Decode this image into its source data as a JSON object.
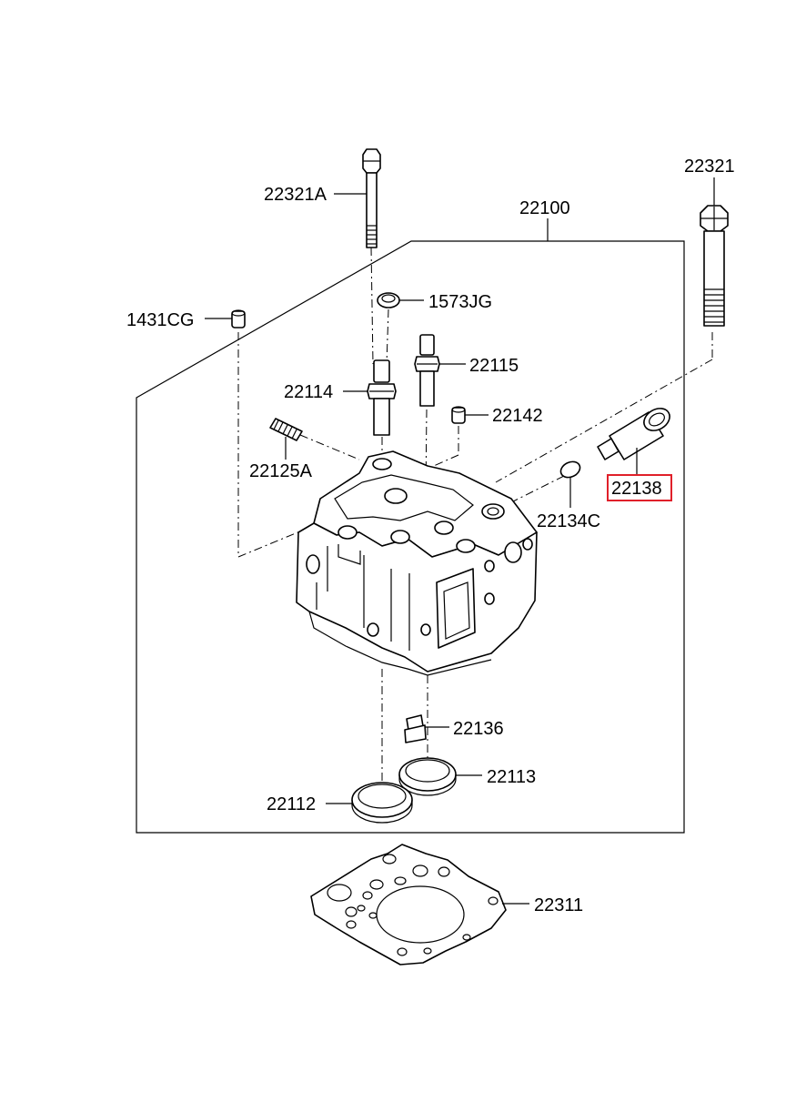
{
  "diagram": {
    "highlight_color": "#e0202a",
    "highlighted_part": "22138",
    "parts": [
      {
        "id": "p-22321A",
        "label": "22321A"
      },
      {
        "id": "p-22321",
        "label": "22321"
      },
      {
        "id": "p-22100",
        "label": "22100"
      },
      {
        "id": "p-1573JG",
        "label": "1573JG"
      },
      {
        "id": "p-1431CG",
        "label": "1431CG"
      },
      {
        "id": "p-22115",
        "label": "22115"
      },
      {
        "id": "p-22114",
        "label": "22114"
      },
      {
        "id": "p-22142",
        "label": "22142"
      },
      {
        "id": "p-22125A",
        "label": "22125A"
      },
      {
        "id": "p-22138",
        "label": "22138"
      },
      {
        "id": "p-22134C",
        "label": "22134C"
      },
      {
        "id": "p-22136",
        "label": "22136"
      },
      {
        "id": "p-22113",
        "label": "22113"
      },
      {
        "id": "p-22112",
        "label": "22112"
      },
      {
        "id": "p-22311",
        "label": "22311"
      }
    ]
  }
}
